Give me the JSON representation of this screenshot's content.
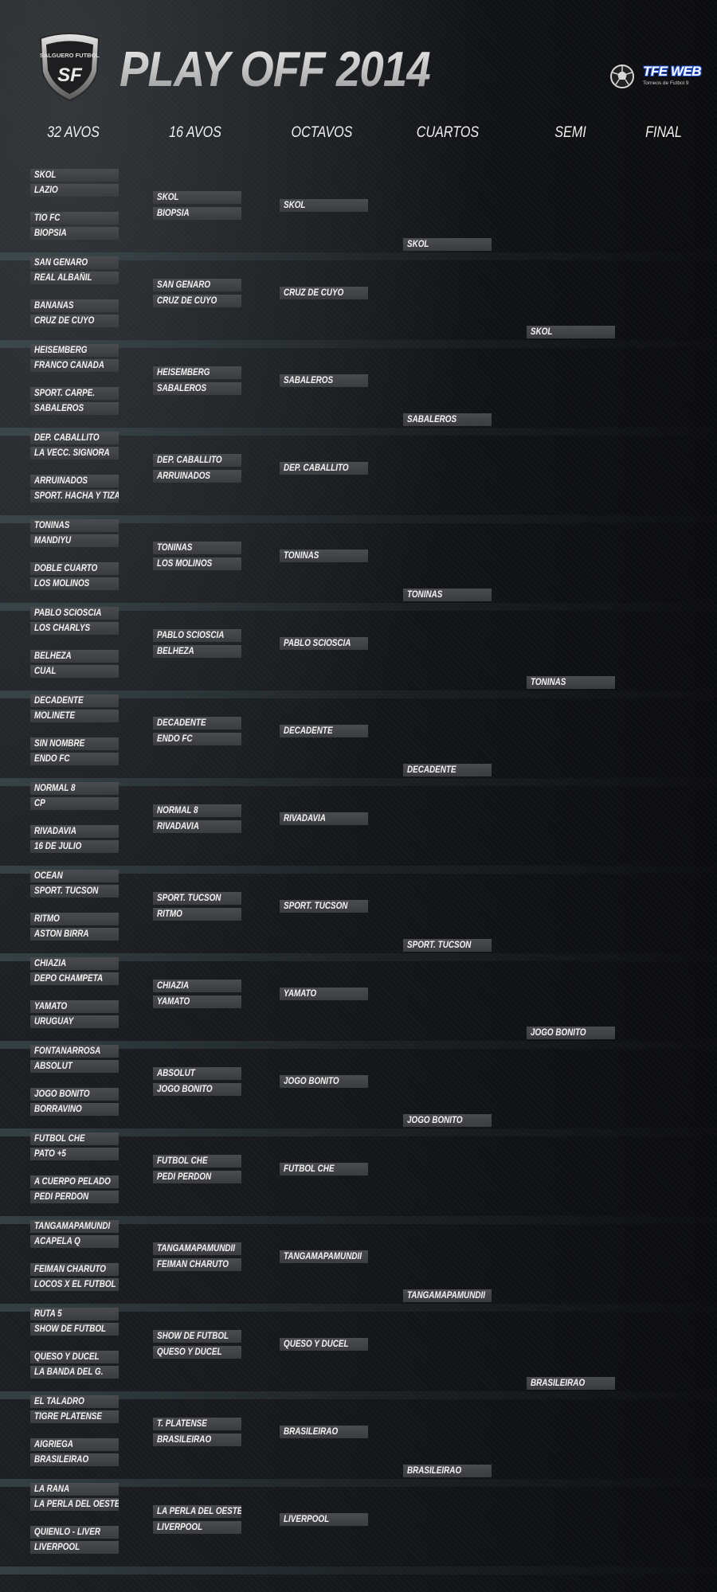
{
  "header": {
    "title": "PLAY OFF 2014",
    "logo_left": {
      "icon": "salguero-futbol-shield-icon",
      "top_text": "SALGUERO FUTBOL",
      "monogram": "SF"
    },
    "brand_right": {
      "icon": "soccer-ball-icon",
      "name": "TFE WEB",
      "subtitle": "Torneos de Futbol 9"
    }
  },
  "columns": [
    "32 AVOS",
    "16 AVOS",
    "OCTAVOS",
    "CUARTOS",
    "SEMI",
    "FINAL"
  ],
  "rounds": {
    "r32": [
      "SKOL",
      "LAZIO",
      "TIO FC",
      "BIOPSIA",
      "SAN GENARO",
      "REAL ALBAÑIL",
      "BANANAS",
      "CRUZ DE CUYO",
      "HEISEMBERG",
      "FRANCO CANADA",
      "SPORT. CARPE.",
      "SABALEROS",
      "DEP. CABALLITO",
      "LA VECC. SIGNORA",
      "ARRUINADOS",
      "SPORT. HACHA Y TIZA",
      "TONINAS",
      "MANDIYU",
      "DOBLE CUARTO",
      "LOS MOLINOS",
      "PABLO SCIOSCIA",
      "LOS CHARLYS",
      "BELHEZA",
      "CUAL",
      "DECADENTE",
      "MOLINETE",
      "SIN NOMBRE",
      "ENDO FC",
      "NORMAL 8",
      "CP",
      "RIVADAVIA",
      "16 DE JULIO",
      "OCEAN",
      "SPORT. TUCSON",
      "RITMO",
      "ASTON BIRRA",
      "CHIAZIA",
      "DEPO CHAMPETA",
      "YAMATO",
      "URUGUAY",
      "FONTANARROSA",
      "ABSOLUT",
      "JOGO BONITO",
      "BORRAVINO",
      "FUTBOL CHE",
      "PATO +5",
      "A CUERPO PELADO",
      "PEDI PERDON",
      "TANGAMAPAMUNDI",
      "ACAPELA Q",
      "FEIMAN CHARUTO",
      "LOCOS X EL FUTBOL",
      "RUTA 5",
      "SHOW DE FUTBOL",
      "QUESO Y DUCEL",
      "LA BANDA DEL G.",
      "EL TALADRO",
      "TIGRE PLATENSE",
      "AIGRIEGA",
      "BRASILEIRAO",
      "LA RANA",
      "LA PERLA DEL OESTE",
      "QUIENLO - LIVER",
      "LIVERPOOL"
    ],
    "r16": [
      "SKOL",
      "BIOPSIA",
      "SAN GENARO",
      "CRUZ DE CUYO",
      "HEISEMBERG",
      "SABALEROS",
      "DEP. CABALLITO",
      "ARRUINADOS",
      "TONINAS",
      "LOS MOLINOS",
      "PABLO SCIOSCIA",
      "BELHEZA",
      "DECADENTE",
      "ENDO FC",
      "NORMAL 8",
      "RIVADAVIA",
      "SPORT. TUCSON",
      "RITMO",
      "CHIAZIA",
      "YAMATO",
      "ABSOLUT",
      "JOGO BONITO",
      "FUTBOL CHE",
      "PEDI PERDON",
      "TANGAMAPAMUNDII",
      "FEIMAN CHARUTO",
      "SHOW DE FUTBOL",
      "QUESO Y DUCEL",
      "T. PLATENSE",
      "BRASILEIRAO",
      "LA PERLA DEL OESTE",
      "LIVERPOOL"
    ],
    "octavos": [
      "SKOL",
      "CRUZ DE CUYO",
      "SABALEROS",
      "DEP. CABALLITO",
      "TONINAS",
      "PABLO SCIOSCIA",
      "DECADENTE",
      "RIVADAVIA",
      "SPORT. TUCSON",
      "YAMATO",
      "JOGO BONITO",
      "FUTBOL CHE",
      "TANGAMAPAMUNDII",
      "QUESO Y DUCEL",
      "BRASILEIRAO",
      "LIVERPOOL"
    ],
    "cuartos": [
      "SKOL",
      "SABALEROS",
      "TONINAS",
      "DECADENTE",
      "SPORT. TUCSON",
      "JOGO BONITO",
      "TANGAMAPAMUNDII",
      "BRASILEIRAO"
    ],
    "semi": [
      "SKOL",
      "TONINAS",
      "JOGO BONITO",
      "BRASILEIRAO"
    ],
    "final": []
  }
}
